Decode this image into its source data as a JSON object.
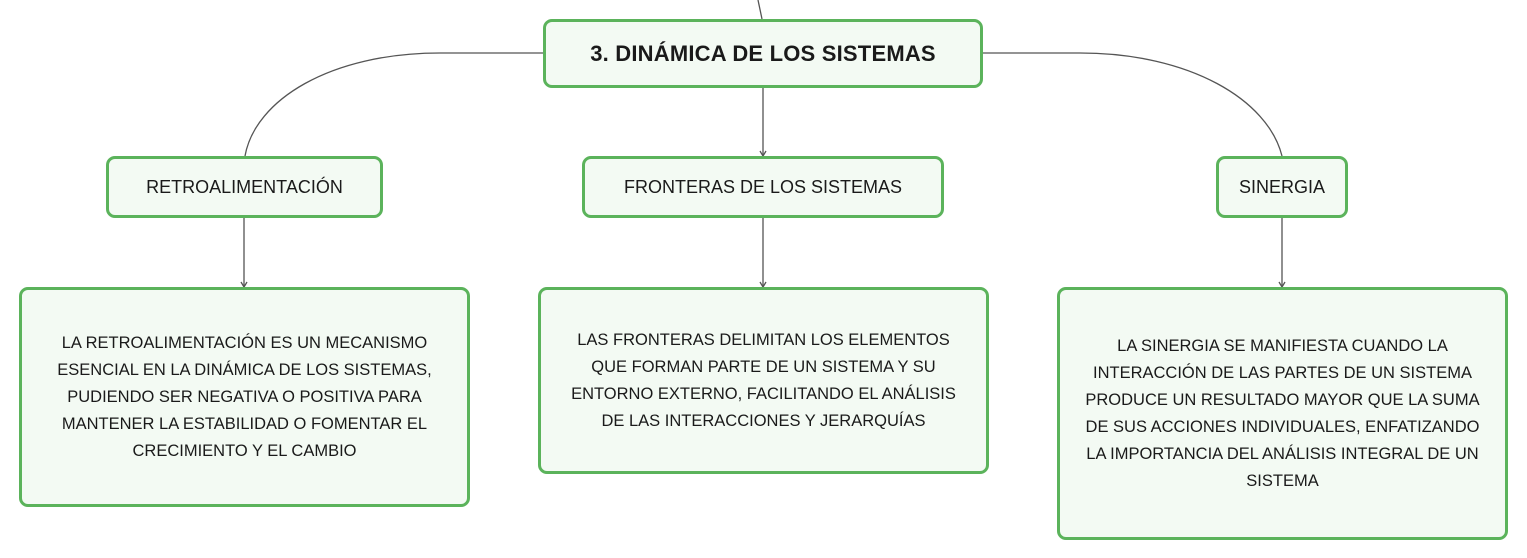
{
  "diagram": {
    "root": {
      "label": "3. DINÁMICA DE LOS SISTEMAS"
    },
    "branches": [
      {
        "label": "RETROALIMENTACIÓN",
        "detail": "LA RETROALIMENTACIÓN ES UN MECANISMO ESENCIAL EN LA DINÁMICA DE LOS SISTEMAS, PUDIENDO SER NEGATIVA O POSITIVA PARA MANTENER LA ESTABILIDAD O FOMENTAR EL CRECIMIENTO Y EL CAMBIO"
      },
      {
        "label": "FRONTERAS DE LOS SISTEMAS",
        "detail": "LAS FRONTERAS DELIMITAN LOS ELEMENTOS QUE FORMAN PARTE DE UN SISTEMA Y SU ENTORNO EXTERNO, FACILITANDO EL ANÁLISIS DE LAS INTERACCIONES Y JERARQUÍAS"
      },
      {
        "label": "SINERGIA",
        "detail": "LA SINERGIA SE MANIFIESTA CUANDO LA INTERACCIÓN DE LAS PARTES DE UN SISTEMA PRODUCE UN RESULTADO MAYOR QUE LA SUMA DE SUS ACCIONES INDIVIDUALES, ENFATIZANDO LA IMPORTANCIA DEL ANÁLISIS INTEGRAL DE UN SISTEMA"
      }
    ],
    "colors": {
      "node_border": "#5bb35b",
      "node_fill": "#f3faf3",
      "connector": "#555555"
    }
  }
}
